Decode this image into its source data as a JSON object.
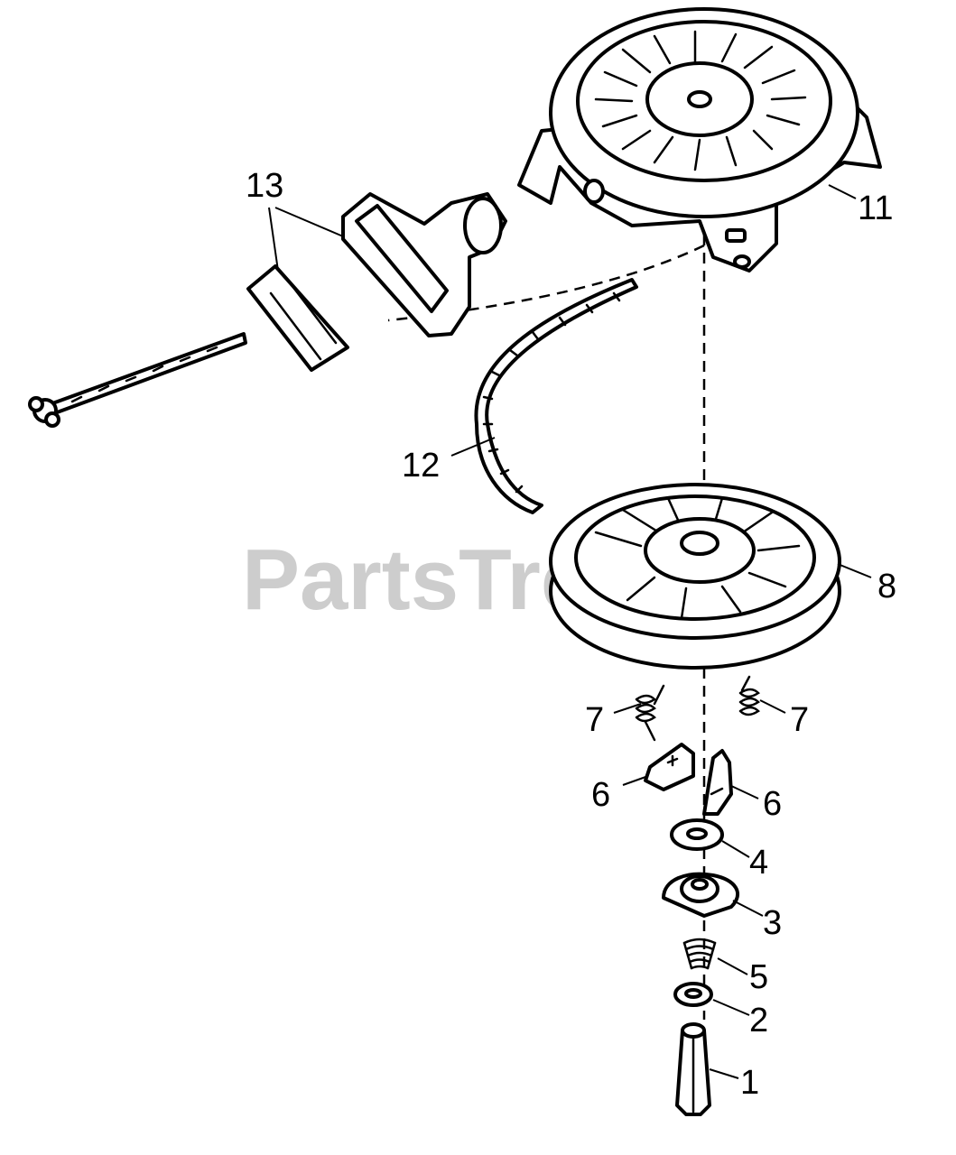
{
  "watermark": "PartsTree",
  "callouts": {
    "c1": "1",
    "c2": "2",
    "c3": "3",
    "c4": "4",
    "c5": "5",
    "c6a": "6",
    "c6b": "6",
    "c7a": "7",
    "c7b": "7",
    "c8": "8",
    "c11": "11",
    "c12": "12",
    "c13": "13"
  },
  "colors": {
    "line": "#000000",
    "background": "#ffffff",
    "watermark": "#bdbdbd"
  }
}
